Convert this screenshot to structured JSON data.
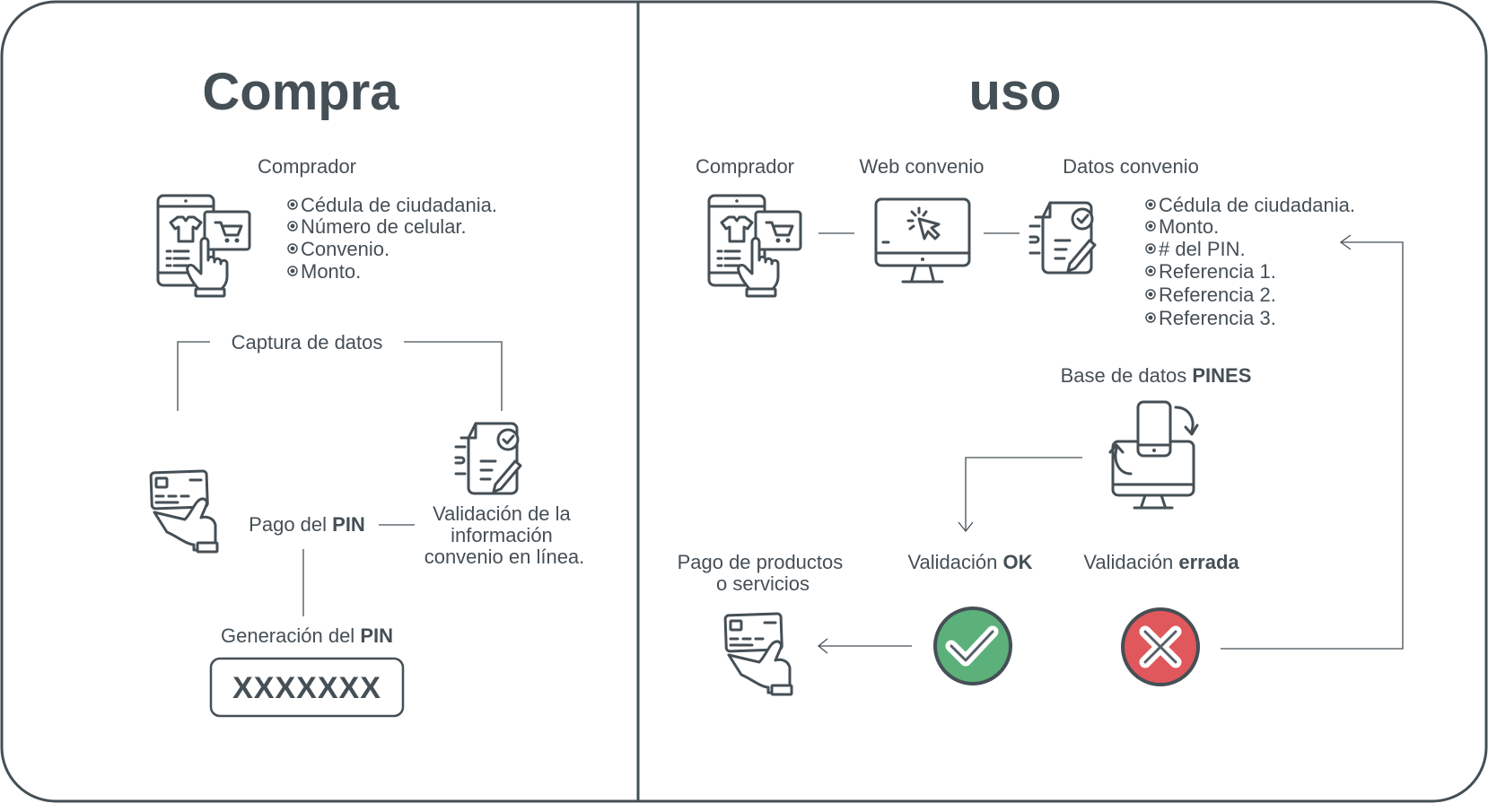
{
  "left": {
    "title": "Compra",
    "buyer_label": "Comprador",
    "buyer_bullets": [
      "Cédula de ciudadania.",
      "Número de celular.",
      "Convenio.",
      "Monto."
    ],
    "capture_label": "Captura de datos",
    "payment_label_pre": "Pago del ",
    "payment_label_bold": "PIN",
    "validation_lines": [
      "Validación de la",
      "información",
      "convenio en línea."
    ],
    "generation_label_pre": "Generación del ",
    "generation_label_bold": "PIN",
    "pin_code": "XXXXXXX"
  },
  "right": {
    "title": "uso",
    "buyer_label": "Comprador",
    "web_label": "Web convenio",
    "data_label": "Datos convenio",
    "data_bullets": [
      "Cédula de ciudadania.",
      "Monto.",
      "# del PIN.",
      "Referencia 1.",
      "Referencia 2.",
      "Referencia 3."
    ],
    "db_label_pre": "Base de datos ",
    "db_label_bold": "PINES",
    "payment_lines": [
      "Pago de productos",
      "o servicios"
    ],
    "ok_label_pre": "Validación ",
    "ok_label_bold": "OK",
    "err_label_pre": "Validación ",
    "err_label_bold": "errada"
  },
  "colors": {
    "ink": "#454f56",
    "success": "#5cb07a",
    "error": "#e0585c"
  },
  "icons": [
    "phone-cart-icon",
    "card-hand-icon",
    "document-check-icon",
    "monitor-cursor-icon",
    "database-sync-icon",
    "check-circle-icon",
    "cross-circle-icon"
  ]
}
